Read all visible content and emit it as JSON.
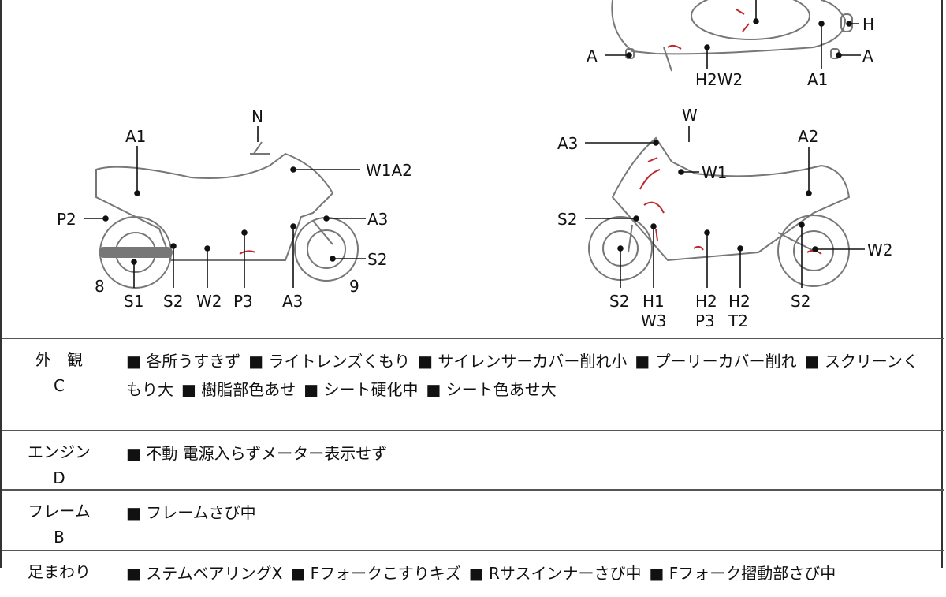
{
  "diagram": {
    "top_view": {
      "labels": [
        "A",
        "H",
        "A",
        "H2W2",
        "A1"
      ]
    },
    "left_side": {
      "labels": [
        "A1",
        "N",
        "W1A2",
        "P2",
        "A3",
        "S2",
        "8",
        "9",
        "S1",
        "S2",
        "W2",
        "P3",
        "A3"
      ]
    },
    "right_side": {
      "labels": [
        "W",
        "A3",
        "A2",
        "W1",
        "S2",
        "W2",
        "S2",
        "H1",
        "W3",
        "H2",
        "P3",
        "H2",
        "T2",
        "S2"
      ]
    },
    "damage_color": "#c0282d"
  },
  "rows": [
    {
      "label": "外　観",
      "grade": "C",
      "items": [
        "各所うすきず",
        "ライトレンズくもり",
        "サイレンサーカバー削れ小",
        "プーリーカバー削れ",
        "スクリーンくもり大",
        "樹脂部色あせ",
        "シート硬化中",
        "シート色あせ大"
      ]
    },
    {
      "label": "エンジン",
      "grade": "D",
      "items": [
        "不動 電源入らずメーター表示せず"
      ]
    },
    {
      "label": "フレーム",
      "grade": "B",
      "items": [
        "フレームさび中"
      ]
    },
    {
      "label": "足まわり",
      "grade": "",
      "items": [
        "ステムベアリングX",
        "Fフォークこすりキズ",
        "Rサスインナーさび中",
        "Fフォーク摺動部さび中"
      ]
    }
  ]
}
